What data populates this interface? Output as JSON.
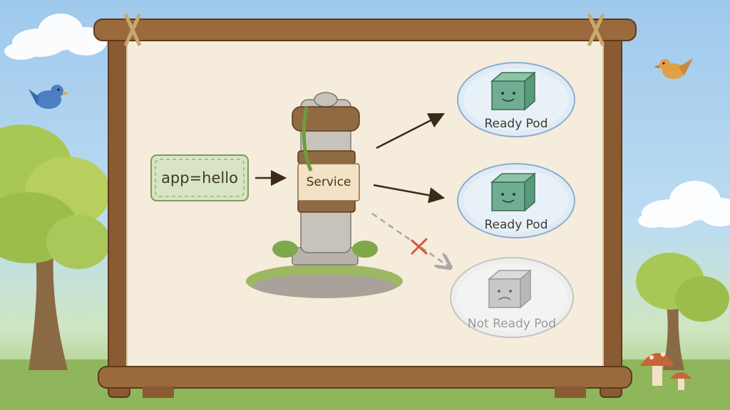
{
  "diagram": {
    "selector": {
      "text": "app=hello"
    },
    "service": {
      "label": "Service"
    },
    "pods": [
      {
        "label": "Ready Pod",
        "status": "ready",
        "color": "#6fae92"
      },
      {
        "label": "Ready Pod",
        "status": "ready",
        "color": "#6fae92"
      },
      {
        "label": "Not Ready Pod",
        "status": "not-ready",
        "color": "#c9c9c9"
      }
    ],
    "edges": [
      {
        "from": "selector",
        "to": "service",
        "style": "solid"
      },
      {
        "from": "service",
        "to": "pod-1",
        "style": "solid"
      },
      {
        "from": "service",
        "to": "pod-2",
        "style": "solid"
      },
      {
        "from": "service",
        "to": "pod-3",
        "style": "dashed-blocked"
      }
    ]
  },
  "colors": {
    "board": "#f5ecdc",
    "frame": "#8a5a32",
    "selector_fill": "#d9e4c4",
    "selector_border": "#7f9a5a",
    "blocked_mark": "#d9553a"
  },
  "icons": [
    "cloud-icon",
    "bird-icon",
    "tree-icon",
    "mushroom-icon",
    "cube-pod-icon"
  ]
}
